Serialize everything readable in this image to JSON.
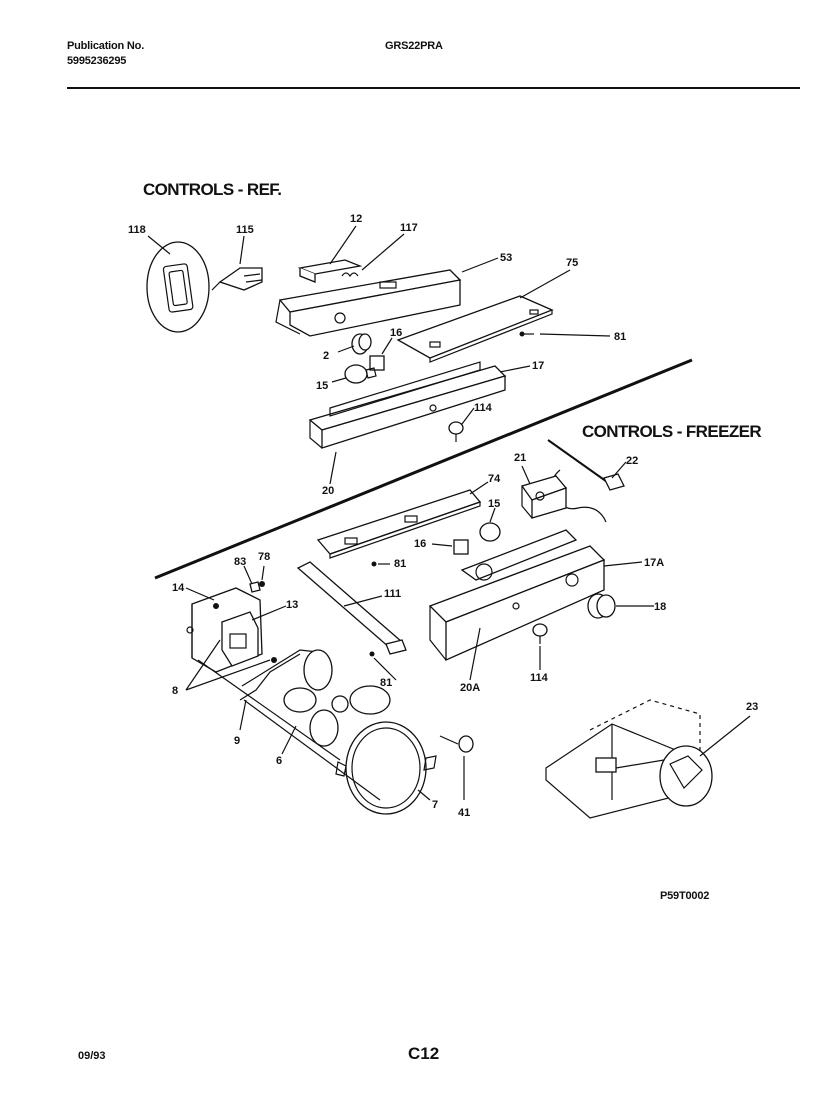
{
  "header": {
    "publication_label": "Publication No.",
    "publication_number": "5995236295",
    "model": "GRS22PRA"
  },
  "sections": {
    "ref_title": "CONTROLS - REF.",
    "freezer_title": "CONTROLS - FREEZER"
  },
  "callouts": {
    "ref": [
      "118",
      "115",
      "12",
      "117",
      "53",
      "75",
      "81",
      "16",
      "2",
      "15",
      "17",
      "114",
      "20"
    ],
    "freezer": [
      "21",
      "22",
      "74",
      "15",
      "16",
      "81",
      "17A",
      "18",
      "114",
      "20A",
      "111",
      "81",
      "83",
      "78",
      "14",
      "13",
      "8",
      "9",
      "6",
      "7",
      "41",
      "23"
    ]
  },
  "drawing_code": "P59T0002",
  "footer": {
    "date": "09/93",
    "page": "C12"
  }
}
